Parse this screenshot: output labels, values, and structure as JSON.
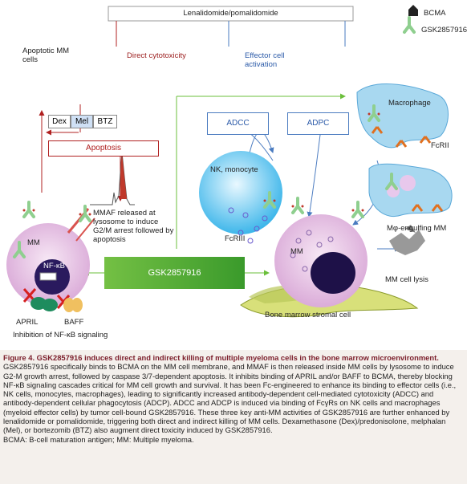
{
  "legend": {
    "bcma_label": "BCMA",
    "drug_label": "GSK2857916"
  },
  "diagram": {
    "top_box": "Lenalidomide/pomalidomide",
    "apoptotic_cells": "Apoptotic MM cells",
    "direct_cytotoxicity": "Direct cytotoxicity",
    "effector_activation": "Effector cell activation",
    "drugs": [
      "Dex",
      "Mel",
      "BTZ"
    ],
    "apoptosis": "Apoptosis",
    "adcc": "ADCC",
    "adpc": "ADPC",
    "macrophage": "Macrophage",
    "fcrii": "FcRII",
    "nk_monocyte": "NK, monocyte",
    "fcriii": "FcRIII",
    "mmaf_text": "MMAF released at lysosome to induce G2/M arrest followed by apoptosis",
    "mm_left": "MM",
    "nfkb": "NF-κB",
    "center_bar": "GSK2857916",
    "mm_right": "MM",
    "engulfing": "Mφ-engulfing MM",
    "lysis": "MM cell lysis",
    "april": "APRIL",
    "baff": "BAFF",
    "inhibition": "Inhibition of NF-κB signaling",
    "stromal": "Bone marrow stromal cell"
  },
  "caption": {
    "title": "Figure 4. GSK2857916 induces direct and indirect killing of multiple myeloma cells in the bone marrow microenvironment.",
    "body": "GSK2857916 specifically binds to BCMA on the MM cell membrane, and MMAF is then released inside MM cells by lysosome to induce G2-M growth arrest, followed by caspase 3/7-dependent apoptosis. It inhibits binding of APRIL and/or BAFF to BCMA, thereby blocking NF-κB signaling cascades critical for MM cell growth and survival. It has been Fc-engineered to enhance its binding to effector cells (i.e., NK cells, monocytes, macrophages), leading to significantly increased antibody-dependent cell-mediated cytotoxicity (ADCC) and antibody-dependent cellular phagocytosis (ADCP). ADCC and ADCP is induced via binding of FcγRs on NK cells and macrophages (myeloid effector cells) by tumor cell-bound GSK2857916. These three key anti-MM activities of GSK2857916 are further enhanced by lenalidomide or pomalidomide, triggering both direct and indirect killing of MM cells. Dexamethasone (Dex)/predonisolone, melphalan (Mel), or bortezomib (BTZ) also augment direct toxicity induced by GSK2857916.",
    "abbrev": "BCMA: B-cell maturation antigen; MM: Multiple myeloma."
  }
}
